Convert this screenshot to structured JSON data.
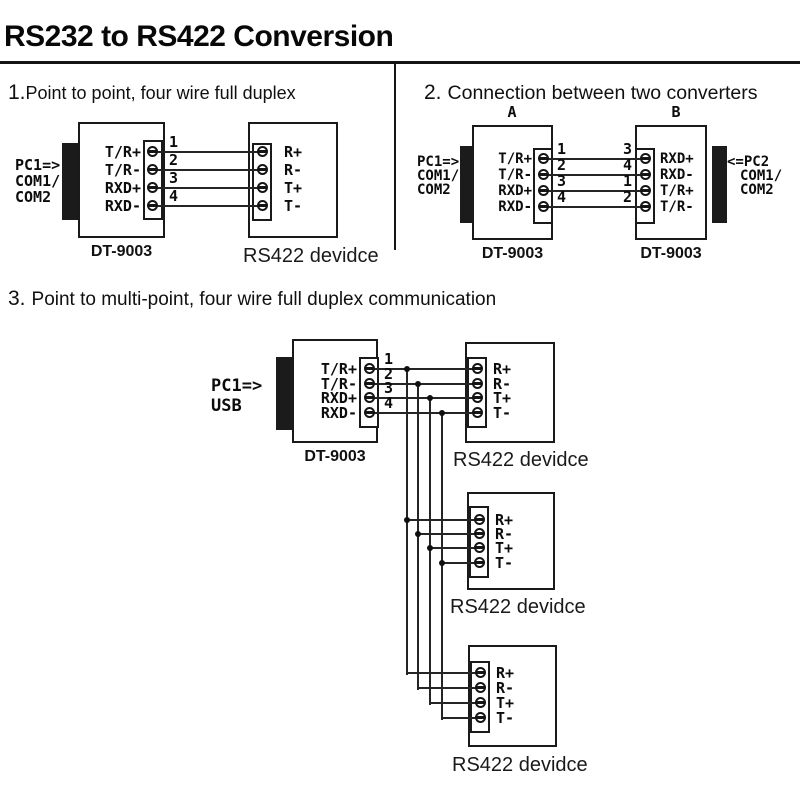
{
  "title": "RS232 to RS422 Conversion",
  "s1": {
    "num": "1.",
    "heading": "Point to point, four wire full duplex",
    "source": [
      "PC1=>",
      "COM1/",
      "COM2"
    ],
    "pins_left": [
      "T/R+",
      "T/R-",
      "RXD+",
      "RXD-"
    ],
    "wire_nums": [
      "1",
      "2",
      "3",
      "4"
    ],
    "pins_right": [
      "R+",
      "R-",
      "T+",
      "T-"
    ],
    "converter_caption": "DT-9003",
    "device_caption": "RS422 devidce"
  },
  "s2": {
    "num": "2.",
    "heading": "Connection between two converters",
    "label_a": "A",
    "label_b": "B",
    "source_left": [
      "PC1=>",
      "COM1/",
      "COM2"
    ],
    "source_right": [
      "<=PC2",
      "COM1/",
      "COM2"
    ],
    "pins_left": [
      "T/R+",
      "T/R-",
      "RXD+",
      "RXD-"
    ],
    "nums_left": [
      "1",
      "2",
      "3",
      "4"
    ],
    "nums_right": [
      "3",
      "4",
      "1",
      "2"
    ],
    "pins_right": [
      "RXD+",
      "RXD-",
      "T/R+",
      "T/R-"
    ],
    "caption_left": "DT-9003",
    "caption_right": "DT-9003"
  },
  "s3": {
    "num": "3.",
    "heading": "Point to multi-point, four wire full duplex communication",
    "source": [
      "PC1=>",
      "USB"
    ],
    "pins_left": [
      "T/R+",
      "T/R-",
      "RXD+",
      "RXD-"
    ],
    "wire_nums": [
      "1",
      "2",
      "3",
      "4"
    ],
    "converter_caption": "DT-9003",
    "devices": [
      {
        "pins": [
          "R+",
          "R-",
          "T+",
          "T-"
        ],
        "caption": "RS422 devidce"
      },
      {
        "pins": [
          "R+",
          "R-",
          "T+",
          "T-"
        ],
        "caption": "RS422 devidce"
      },
      {
        "pins": [
          "R+",
          "R-",
          "T+",
          "T-"
        ],
        "caption": "RS422 devidce"
      }
    ]
  },
  "colors": {
    "ink": "#111111",
    "background": "#ffffff"
  }
}
